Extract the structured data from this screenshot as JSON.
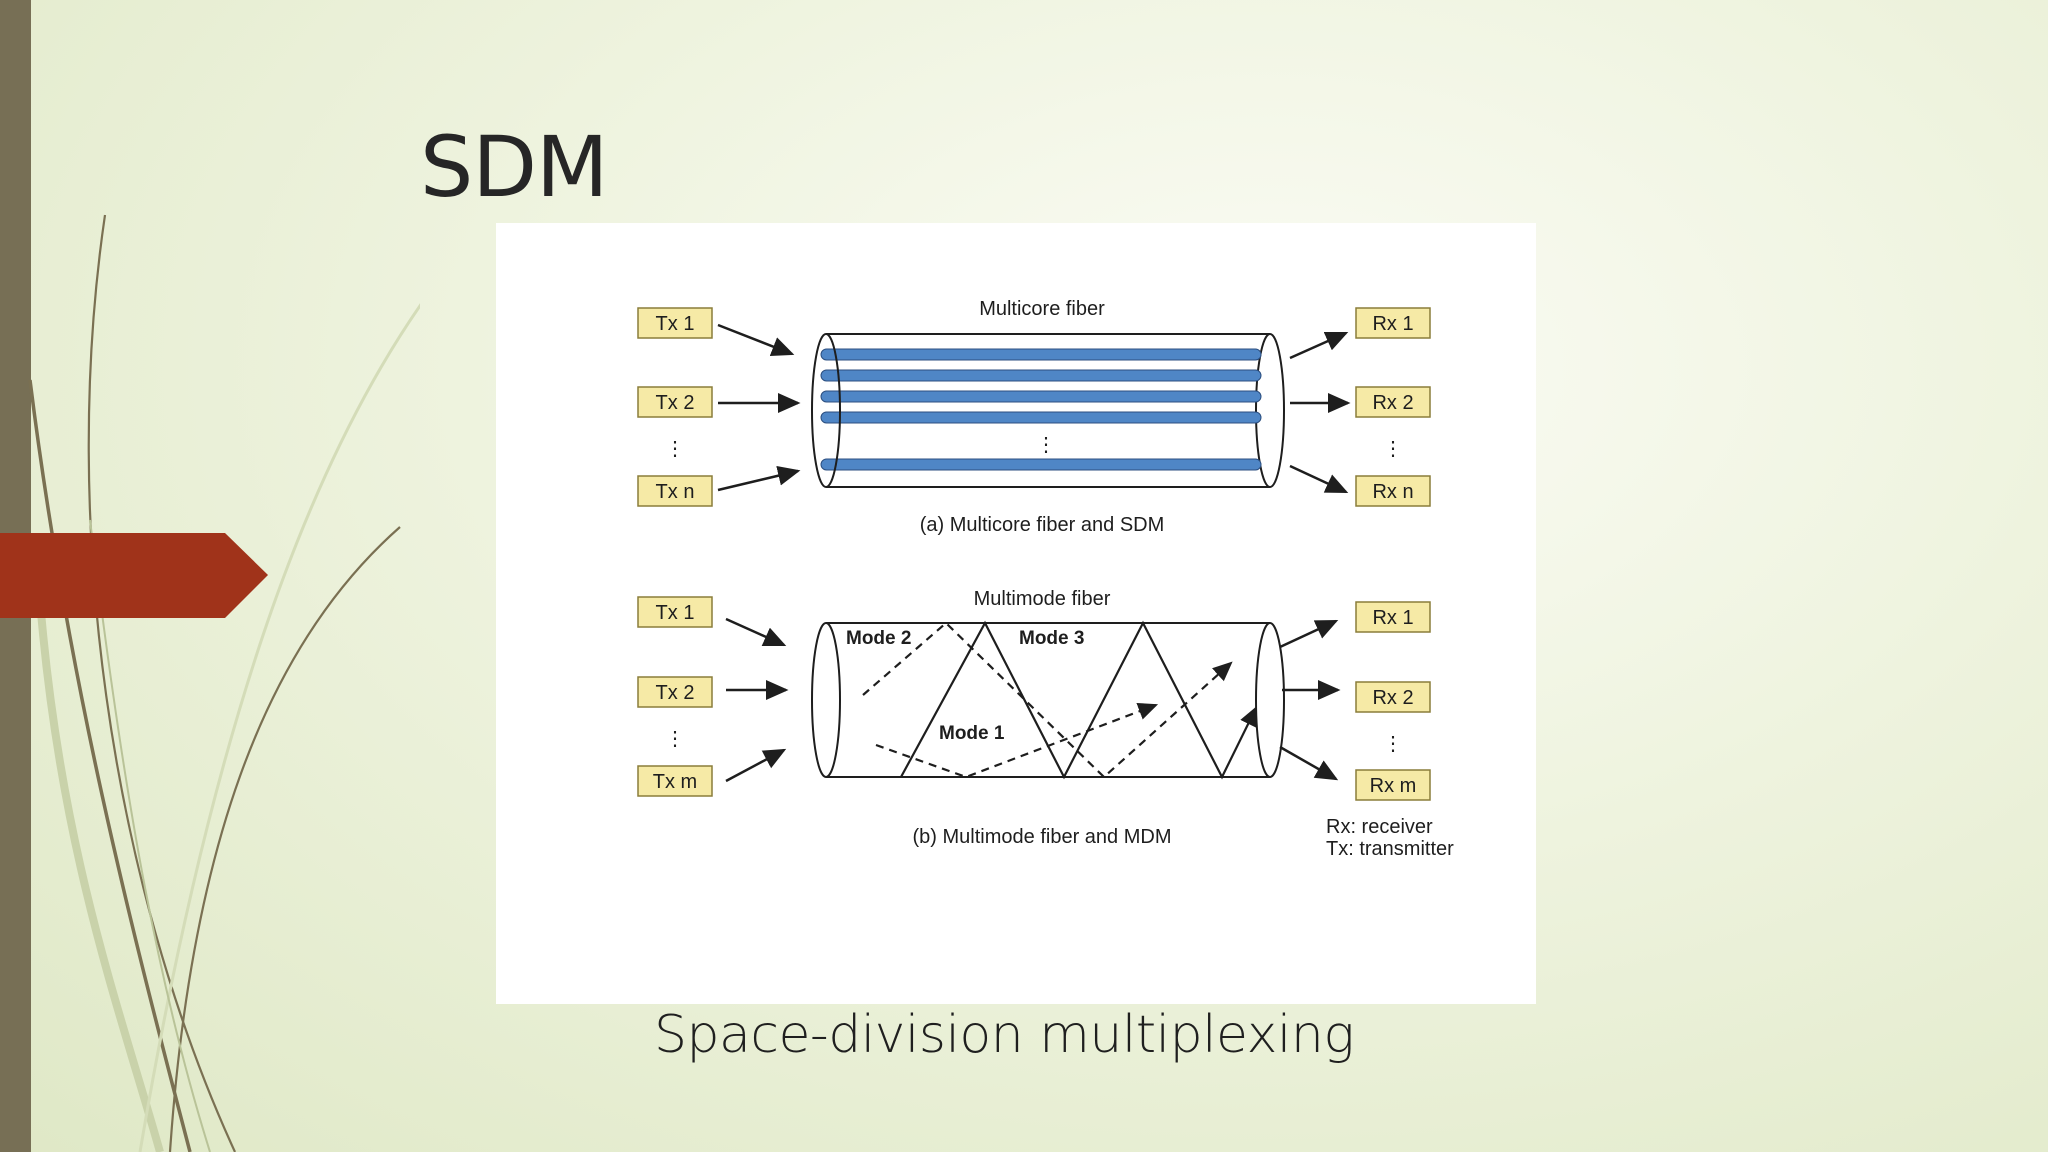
{
  "slide": {
    "title": "SDM",
    "subtitle": "Space-division multiplexing"
  },
  "figure": {
    "multicore": {
      "label": "Multicore fiber",
      "caption": "(a) Multicore fiber and SDM",
      "tx": [
        "Tx 1",
        "Tx 2",
        "Tx n"
      ],
      "rx": [
        "Rx 1",
        "Rx 2",
        "Rx n"
      ],
      "core_color": "#4f86c6"
    },
    "multimode": {
      "label": "Multimode fiber",
      "caption": "(b) Multimode fiber and MDM",
      "tx": [
        "Tx 1",
        "Tx 2",
        "Tx m"
      ],
      "rx": [
        "Rx 1",
        "Rx 2",
        "Rx m"
      ],
      "modes": [
        "Mode 2",
        "Mode 3",
        "Mode 1"
      ]
    },
    "legend": [
      "Rx: receiver",
      "Tx: transmitter"
    ],
    "box_color": "#f6eaa6"
  },
  "theme": {
    "accent": "#a0331a",
    "bar": "#776f55"
  }
}
